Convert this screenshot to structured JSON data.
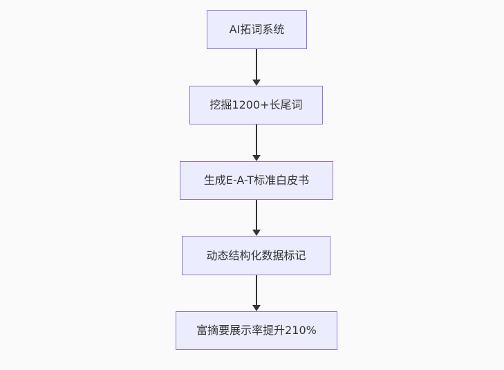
{
  "flowchart": {
    "direction": "top-down",
    "colors": {
      "background": "#fafafa",
      "node_fill": "#ececff",
      "node_border": "#9370db",
      "text": "#333333",
      "arrow": "#333333"
    },
    "nodes": [
      {
        "id": "n1",
        "label": "AI拓词系统"
      },
      {
        "id": "n2",
        "label": "挖掘1200+长尾词"
      },
      {
        "id": "n3",
        "label": "生成E-A-T标准白皮书"
      },
      {
        "id": "n4",
        "label": "动态结构化数据标记"
      },
      {
        "id": "n5",
        "label": "富摘要展示率提升210%"
      }
    ],
    "edges": [
      {
        "from": "n1",
        "to": "n2"
      },
      {
        "from": "n2",
        "to": "n3"
      },
      {
        "from": "n3",
        "to": "n4"
      },
      {
        "from": "n4",
        "to": "n5"
      }
    ]
  }
}
